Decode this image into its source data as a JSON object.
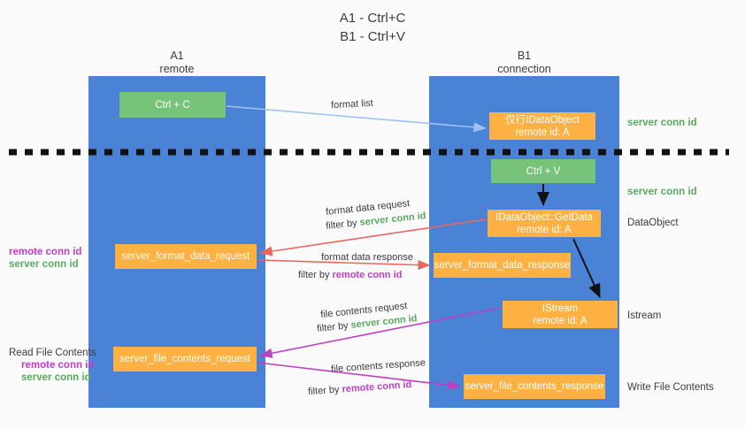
{
  "title": {
    "line1": "A1 - Ctrl+C",
    "line2": "B1 - Ctrl+V"
  },
  "columns": {
    "a1": {
      "name": "A1",
      "role": "remote"
    },
    "b1": {
      "name": "B1",
      "role": "connection"
    }
  },
  "nodes": {
    "ctrl_c": {
      "line1": "Ctrl + C",
      "line2": "",
      "color": "#77c379"
    },
    "idataobject": {
      "line1": "仅行IDataObject",
      "line2": "remote id: A",
      "color": "#fcb142"
    },
    "ctrl_v": {
      "line1": "Ctrl + V",
      "line2": "",
      "color": "#77c379"
    },
    "getdata": {
      "line1": "IDataObject::GetData",
      "line2": "remote id: A",
      "color": "#fcb142"
    },
    "server_format_data_request": {
      "line1": "server_format_data_request",
      "line2": "",
      "color": "#fcb142"
    },
    "server_format_data_response": {
      "line1": "server_format_data_response",
      "line2": "",
      "color": "#fcb142"
    },
    "istream": {
      "line1": "IStream",
      "line2": "remote id: A",
      "color": "#fcb142"
    },
    "server_file_contents_request": {
      "line1": "server_file_contents_request",
      "line2": "",
      "color": "#fcb142"
    },
    "server_file_contents_response": {
      "line1": "server_file_contents_response",
      "line2": "",
      "color": "#fcb142"
    }
  },
  "edge_labels": {
    "format_list": "format list",
    "format_data_request": "format data request",
    "format_data_request_filter_prefix": "filter by ",
    "format_data_request_filter_key": "server conn id",
    "format_data_response": "format data response",
    "format_data_response_filter_prefix": "filter by ",
    "format_data_response_filter_key": "remote conn id",
    "file_contents_request": "file contents request",
    "file_contents_request_filter_prefix": "filter by ",
    "file_contents_request_filter_key": "server conn id",
    "file_contents_response": "file contents response",
    "file_contents_response_filter_prefix": "filter by ",
    "file_contents_response_filter_key": "remote conn id"
  },
  "right_labels": {
    "server_conn_id_top": "server conn id",
    "server_conn_id_mid": "server conn id",
    "dataobject": "DataObject",
    "istream": "Istream",
    "write_file_contents": "Write File Contents"
  },
  "left_labels": {
    "format_remote_conn_id": "remote conn id",
    "format_server_conn_id": "server conn id",
    "read_file_contents": "Read File Contents",
    "file_remote_conn_id": "remote conn id",
    "file_server_conn_id": "server conn id"
  },
  "colors": {
    "column_blue": "#4a83d6",
    "node_green": "#77c379",
    "node_orange": "#fcb142",
    "accent_green_text": "#5aa95e",
    "accent_magenta_text": "#c03fc0",
    "arrow_red": "#e8685e",
    "arrow_magenta": "#c03fc0",
    "arrow_lightblue": "#9cc4ef",
    "arrow_black": "#111111",
    "divider_black": "#111111",
    "background": "#fafafa"
  }
}
